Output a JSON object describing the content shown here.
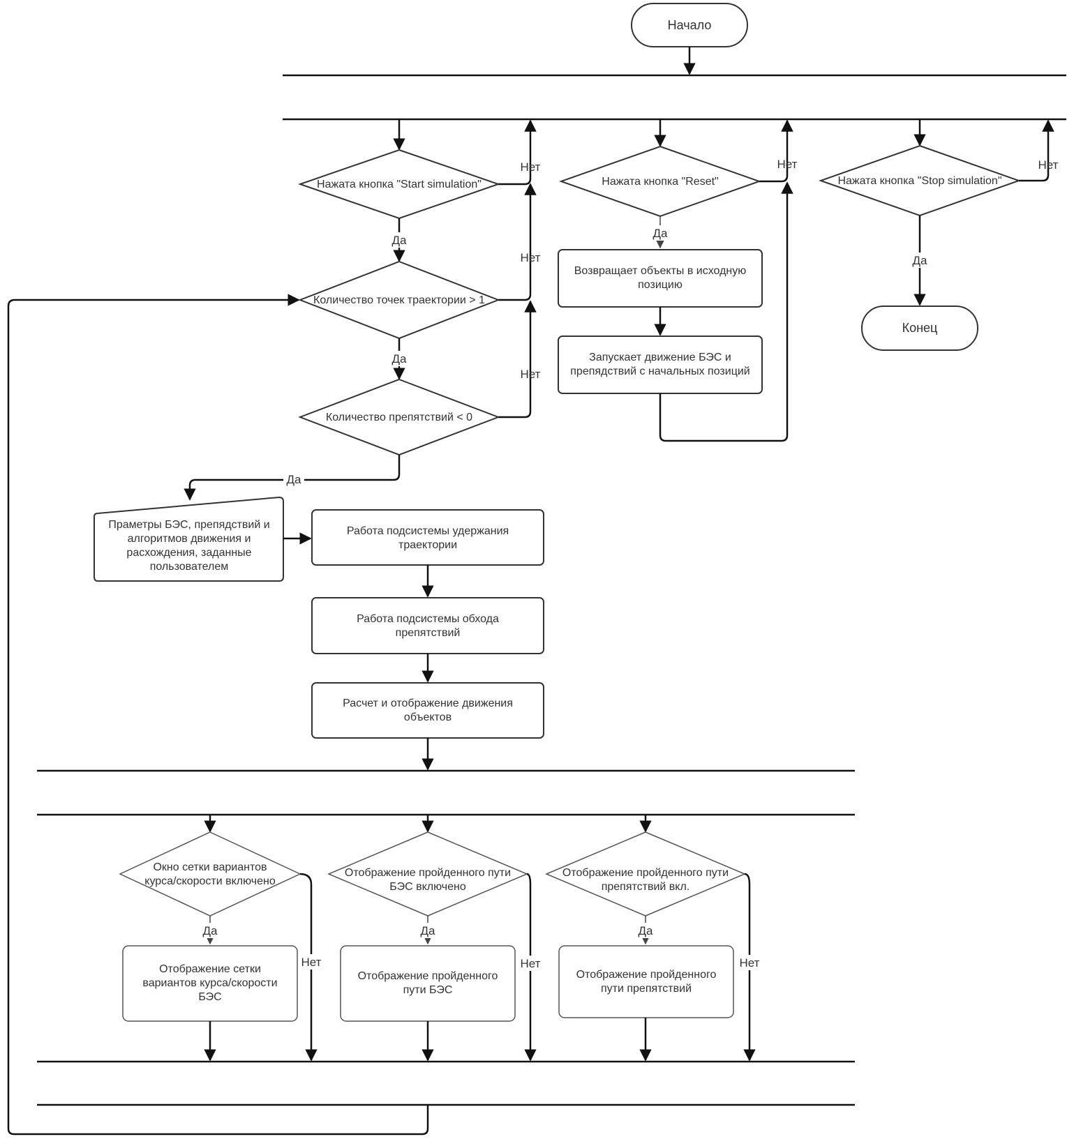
{
  "start": "Начало",
  "end": "Конец",
  "decisions": {
    "start_sim": "Нажата кнопка \"Start simulation\"",
    "reset": "Нажата кнопка \"Reset\"",
    "stop_sim": "Нажата кнопка \"Stop simulation\"",
    "traj_points": "Количество точек траектории > 1",
    "obstacles": "Количество препятствий < 0",
    "grid_on": [
      "Окно сетки вариантов",
      "курса/скорости включено"
    ],
    "path_bes_on": [
      "Отображение пройденного пути",
      "БЭС  включено"
    ],
    "path_obs_on": [
      "Отображение пройденного пути",
      "препятствий вкл."
    ]
  },
  "processes": {
    "return_objects": [
      "Возвращает объекты в исходную",
      "позицию"
    ],
    "launch_motion": [
      "Запускает движение БЭС и",
      "препядствий с начальных позиций"
    ],
    "params": [
      "Праметры БЭС, препядствий и",
      "алгоритмов движения и",
      "расхождения, заданные",
      "пользователем"
    ],
    "traj_keeping": [
      "Работа подсистемы удержания",
      "траектории"
    ],
    "obstacle_avoid": [
      "Работа подсистемы обхода",
      "препятствий"
    ],
    "calc_display": [
      "Расчет и отображение движения",
      "объектов"
    ],
    "grid_display": [
      "Отображение сетки",
      "вариантов курса/скорости",
      "БЭС"
    ],
    "path_bes_display": [
      "Отображение пройденного",
      "пути БЭС"
    ],
    "path_obs_display": [
      "Отображение пройденного",
      "пути препятствий"
    ]
  },
  "labels": {
    "yes": "Да",
    "no": "Нет"
  }
}
